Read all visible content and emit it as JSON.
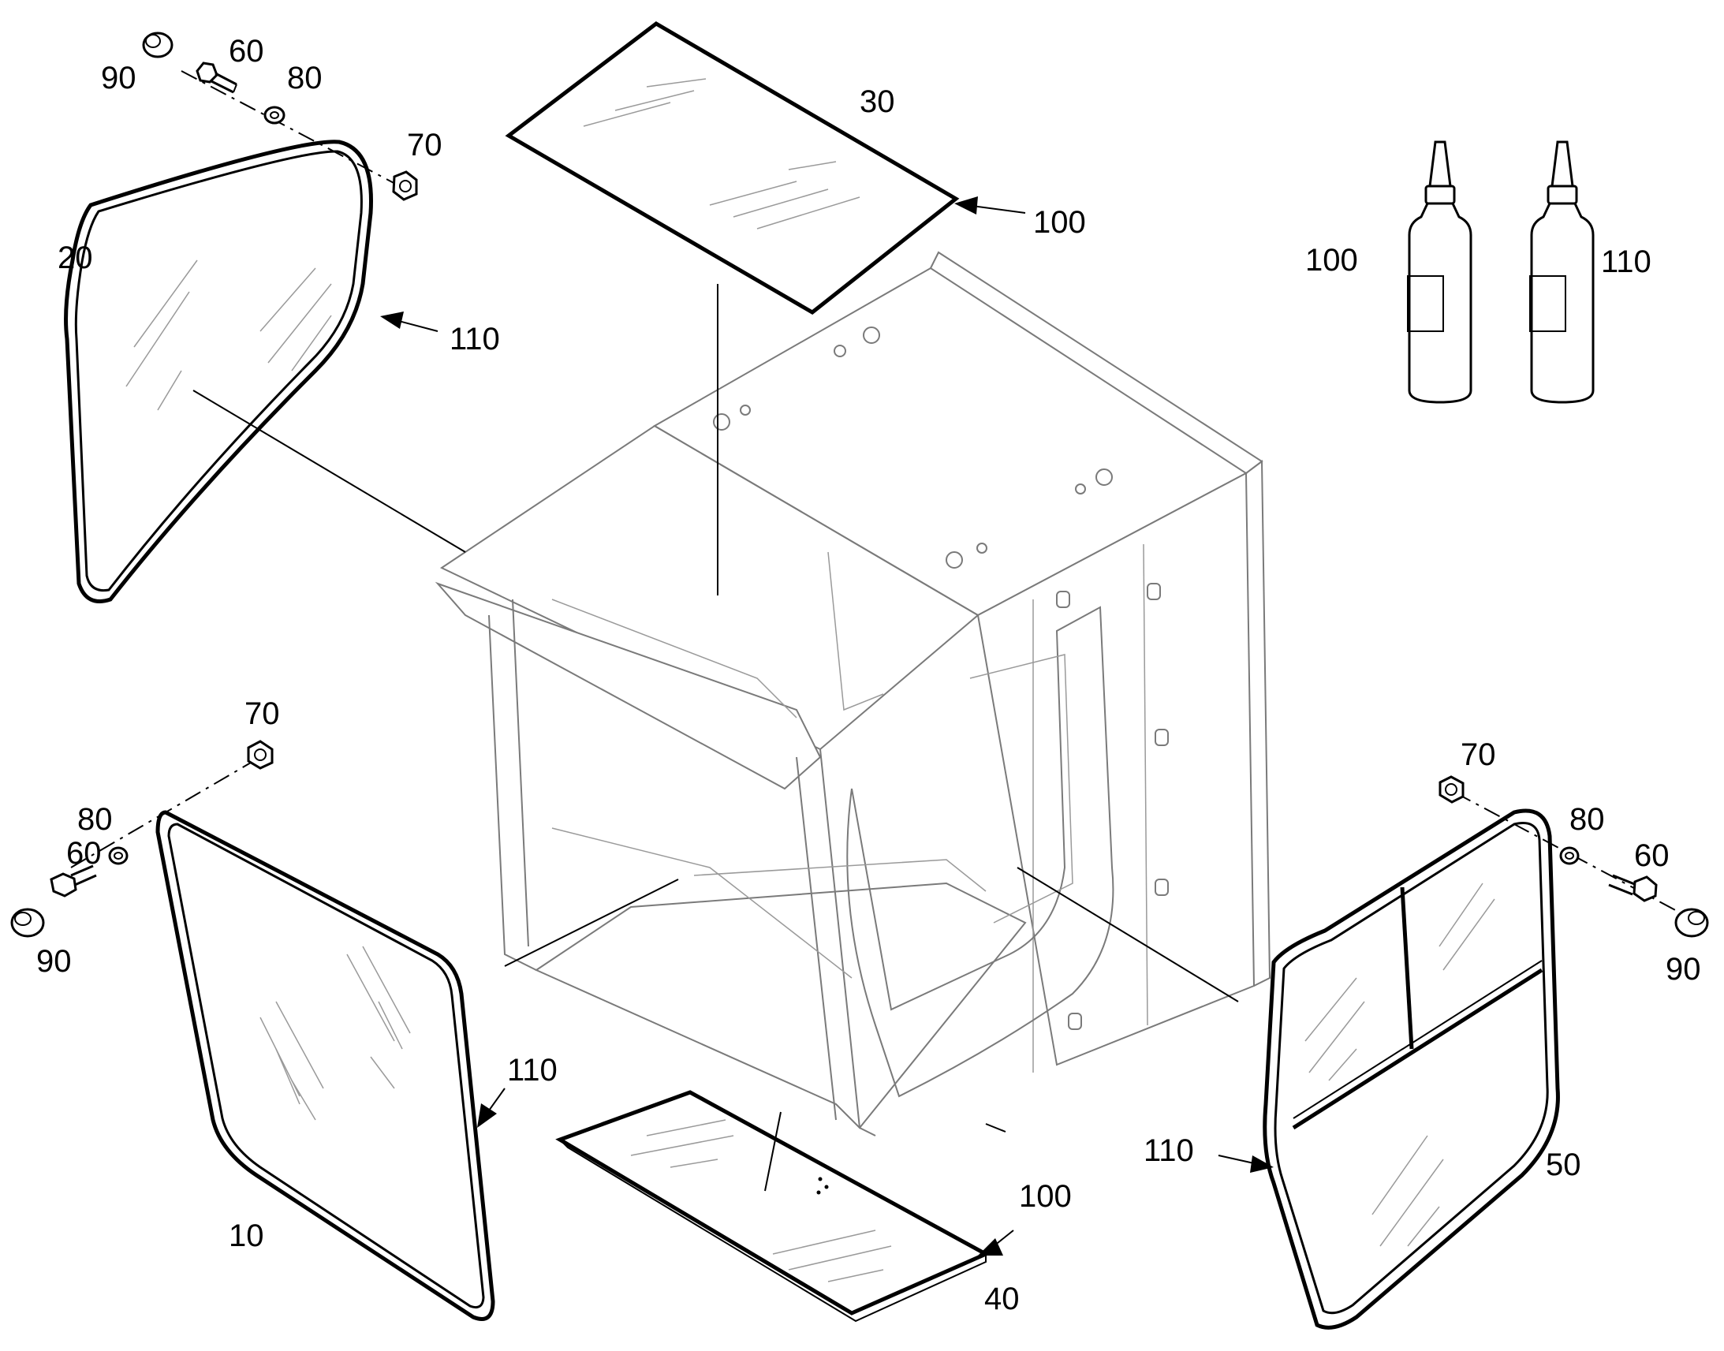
{
  "callouts": {
    "glass_front_lower": "10",
    "glass_rear": "20",
    "glass_roof": "30",
    "glass_floor": "40",
    "glass_right_door": "50",
    "bolt": "60",
    "nut": "70",
    "washer": "80",
    "cap": "90",
    "adhesive_100": "100",
    "adhesive_110": "110"
  }
}
